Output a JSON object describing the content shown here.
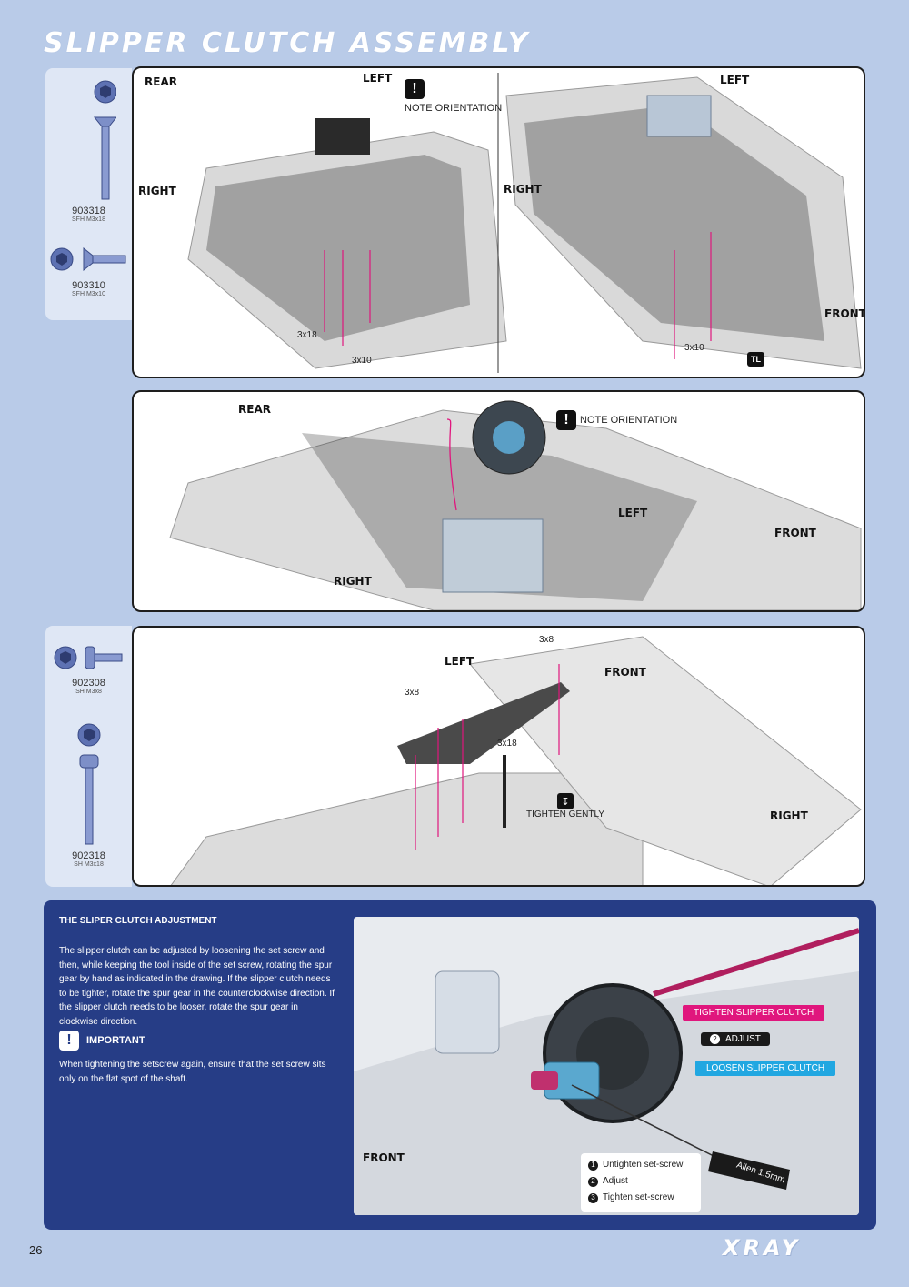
{
  "title": "SLIPPER CLUTCH ASSEMBLY",
  "parts_top": [
    {
      "code": "903318",
      "desc": "SFH M3x18"
    },
    {
      "code": "903310",
      "desc": "SFH M3x10"
    }
  ],
  "parts_bottom": [
    {
      "code": "902308",
      "desc": "SH M3x8"
    },
    {
      "code": "902318",
      "desc": "SH M3x18"
    }
  ],
  "step1": {
    "left_view": {
      "rear": "REAR",
      "left": "LEFT",
      "right": "RIGHT",
      "note": "NOTE ORIENTATION",
      "screw_a": "3x18",
      "screw_b": "3x10"
    },
    "right_view": {
      "left": "LEFT",
      "right": "RIGHT",
      "front": "FRONT",
      "screw": "3x10",
      "threadlock": "TL"
    }
  },
  "step2": {
    "rear": "REAR",
    "left": "LEFT",
    "right": "RIGHT",
    "front": "FRONT",
    "note": "NOTE ORIENTATION"
  },
  "step3": {
    "left": "LEFT",
    "front": "FRONT",
    "right": "RIGHT",
    "screw_top": "3x8",
    "screw_group": "3x8",
    "screw_long": "3x18",
    "tighten": "TIGHTEN GENTLY"
  },
  "adjustment": {
    "title": "THE SLIPER CLUTCH ADJUSTMENT",
    "text": "The slipper clutch can be adjusted by loosening the set screw and then, while keeping the tool inside of the set screw, rotating the spur gear by hand as indicated in the drawing. If the slipper clutch needs to be tighter, rotate the spur gear in the counterclockwise direction. If the slipper clutch needs to be looser, rotate the spur gear in clockwise direction.",
    "important_title": "IMPORTANT",
    "important_text": "When tightening the setscrew again, ensure that the set screw sits only on the flat spot of the shaft.",
    "tighten_tag": "TIGHTEN SLIPPER CLUTCH",
    "adjust_tag": "ADJUST",
    "loosen_tag": "LOOSEN SLIPPER CLUTCH",
    "front": "FRONT",
    "tool": "Allen 1.5mm",
    "steps": [
      "Untighten set-screw",
      "Adjust",
      "Tighten set-screw"
    ]
  },
  "page_number": "26",
  "brand": "XRAY",
  "colors": {
    "page_bg": "#b9cbe8",
    "panel_blue": "#263d86",
    "magenta": "#e0167d",
    "cyan": "#21a7e1"
  }
}
